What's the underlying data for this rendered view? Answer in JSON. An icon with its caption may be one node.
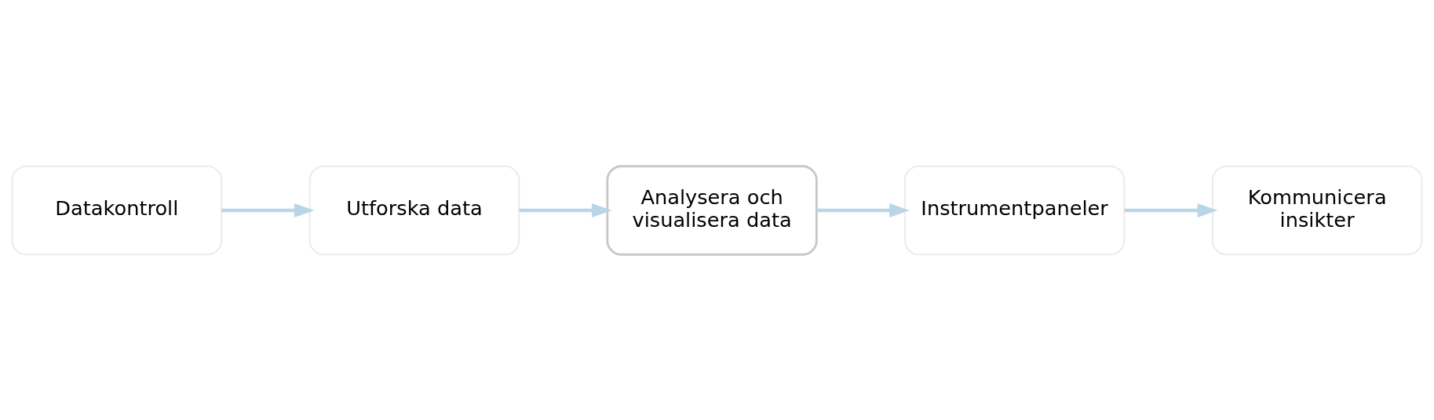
{
  "diagram": {
    "nodes": [
      {
        "text": [
          "Datakontroll"
        ]
      },
      {
        "text": [
          "Utforska data"
        ]
      },
      {
        "text": [
          "Analysera och visualisera data"
        ]
      },
      {
        "text": [
          "Instrumentpaneler"
        ]
      },
      {
        "text": [
          "Kommunicera insikter"
        ]
      }
    ],
    "edges": [
      {
        "from": 0,
        "to": 1,
        "arrow": "to"
      },
      {
        "from": 1,
        "to": 2,
        "arrow": "to"
      },
      {
        "from": 2,
        "to": 3,
        "arrow": "to"
      },
      {
        "from": 3,
        "to": 4,
        "arrow": "to"
      }
    ]
  }
}
